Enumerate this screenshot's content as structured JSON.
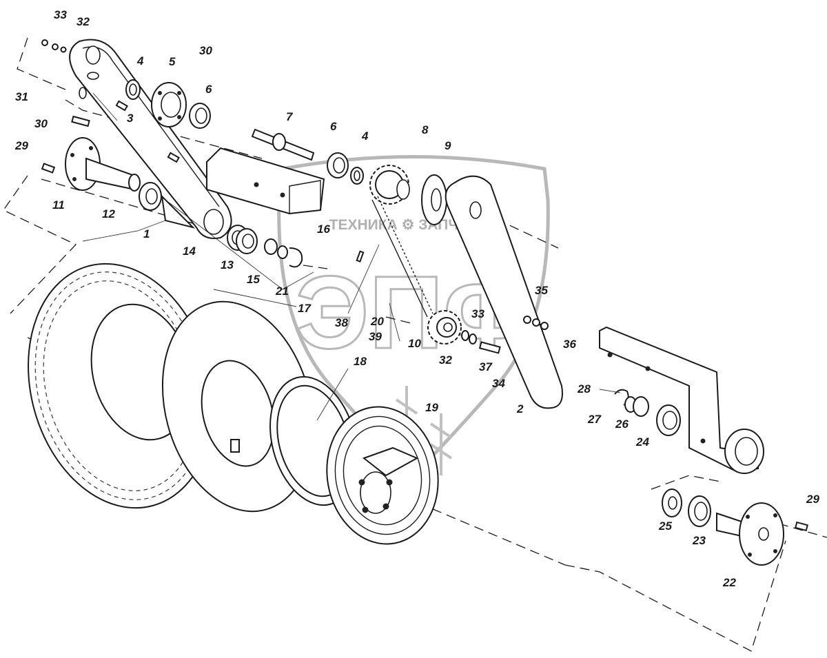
{
  "watermark": {
    "top_text": "ТЕХНИКА ⚙ ЗАПЧАСТИ",
    "big_letters": "ЭПФ"
  },
  "callouts": [
    "33",
    "32",
    "4",
    "5",
    "30",
    "6",
    "31",
    "3",
    "30",
    "29",
    "11",
    "12",
    "1",
    "7",
    "6",
    "4",
    "8",
    "9",
    "16",
    "14",
    "13",
    "15",
    "21",
    "17",
    "38",
    "20",
    "39",
    "10",
    "33",
    "32",
    "35",
    "36",
    "37",
    "34",
    "2",
    "18",
    "19",
    "28",
    "27",
    "26",
    "24",
    "25",
    "23",
    "22",
    "29"
  ]
}
